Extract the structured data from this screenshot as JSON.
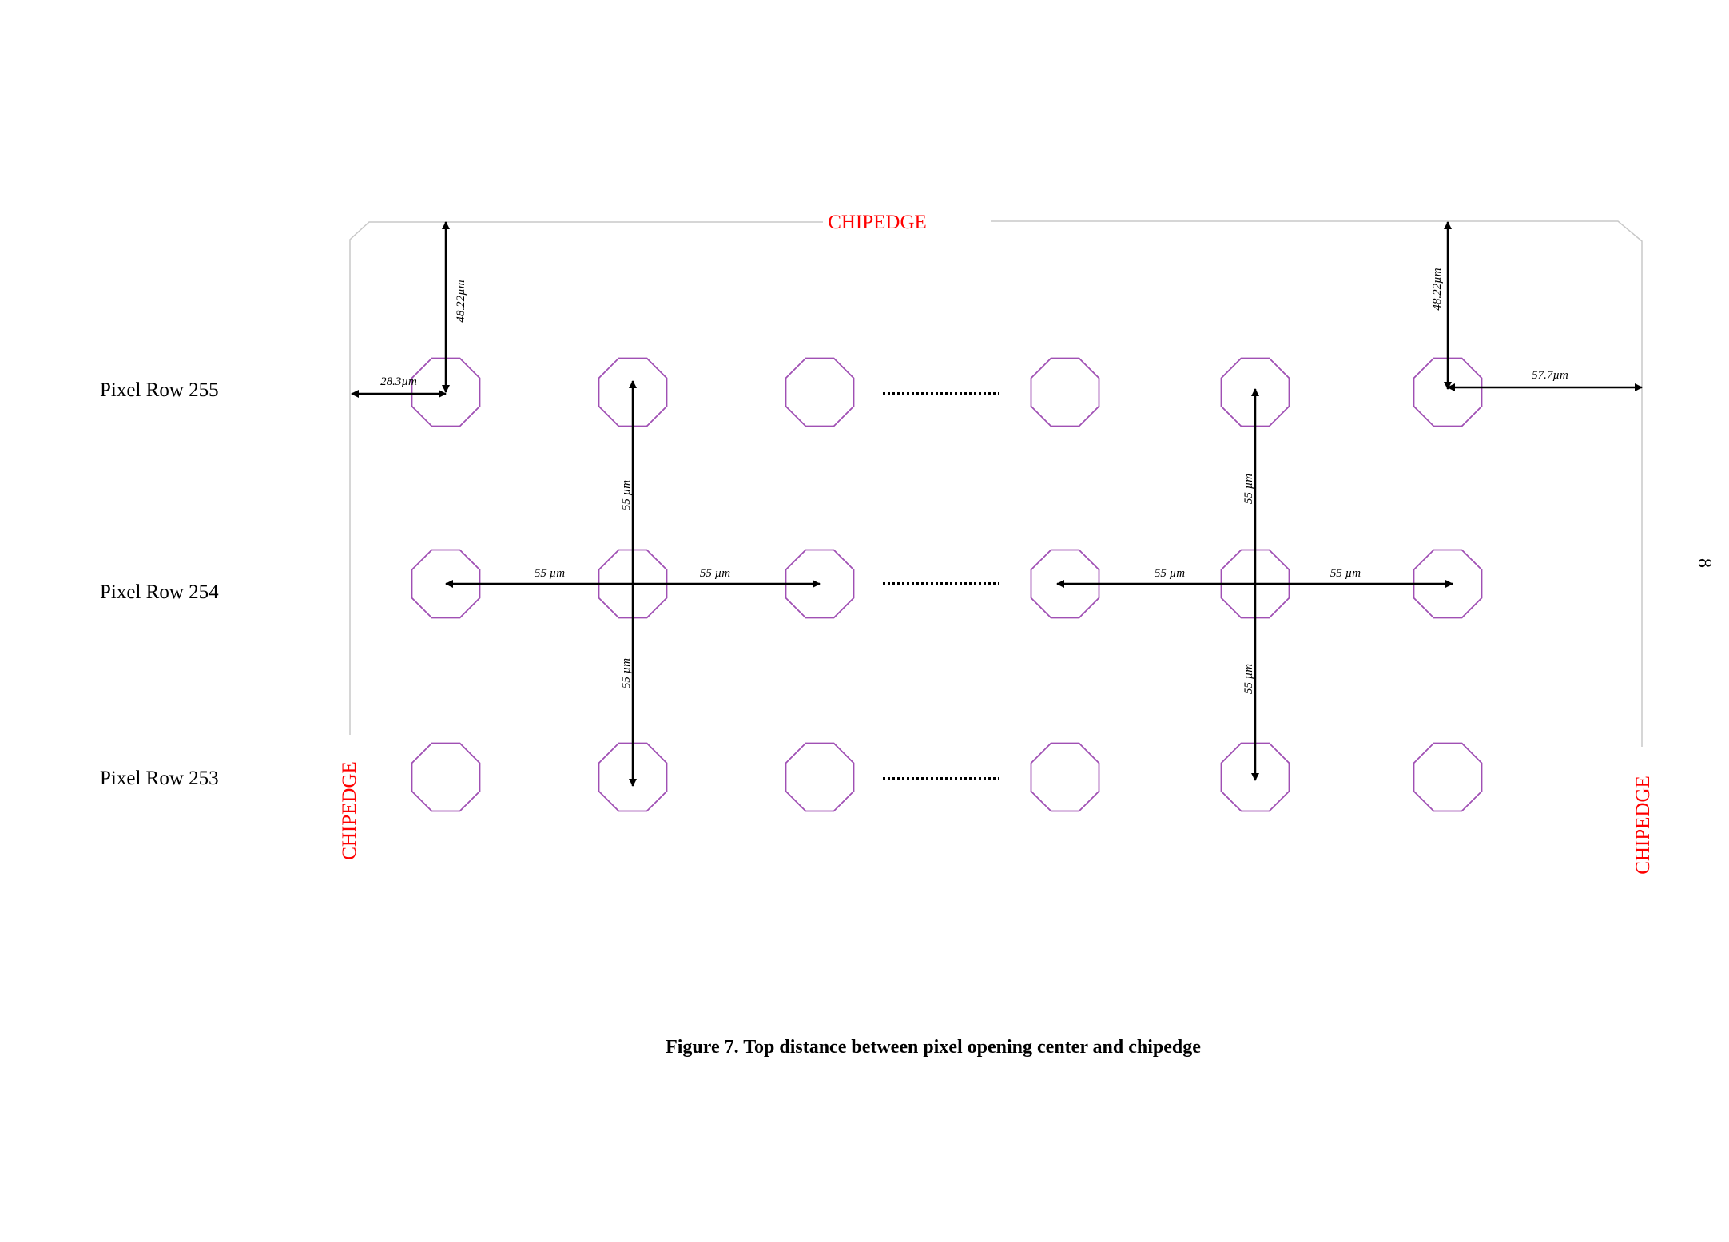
{
  "chip_edge": {
    "top": "CHIPEDGE",
    "left": "CHIPEDGE",
    "right": "CHIPEDGE"
  },
  "rows": [
    {
      "label": "Pixel Row 255"
    },
    {
      "label": "Pixel Row 254"
    },
    {
      "label": "Pixel Row 253"
    }
  ],
  "dimensions": {
    "top_left_vertical": "48.22µm",
    "top_left_horizontal": "28.3µm",
    "top_right_vertical": "48.22µm",
    "top_right_horizontal": "57.7µm",
    "left_up": "55 µm",
    "left_down": "55 µm",
    "left_left": "55 µm",
    "left_right": "55 µm",
    "right_up": "55 µm",
    "right_down": "55 µm",
    "right_left": "55 µm",
    "right_right": "55 µm"
  },
  "caption": "Figure 7. Top distance between pixel opening center and chipedge",
  "page_number": "8",
  "colors": {
    "pixel_outline": "#a050b4",
    "chip_edge_line": "#c8c8c8",
    "chip_edge_label": "#ff0000",
    "arrow": "#000000"
  }
}
